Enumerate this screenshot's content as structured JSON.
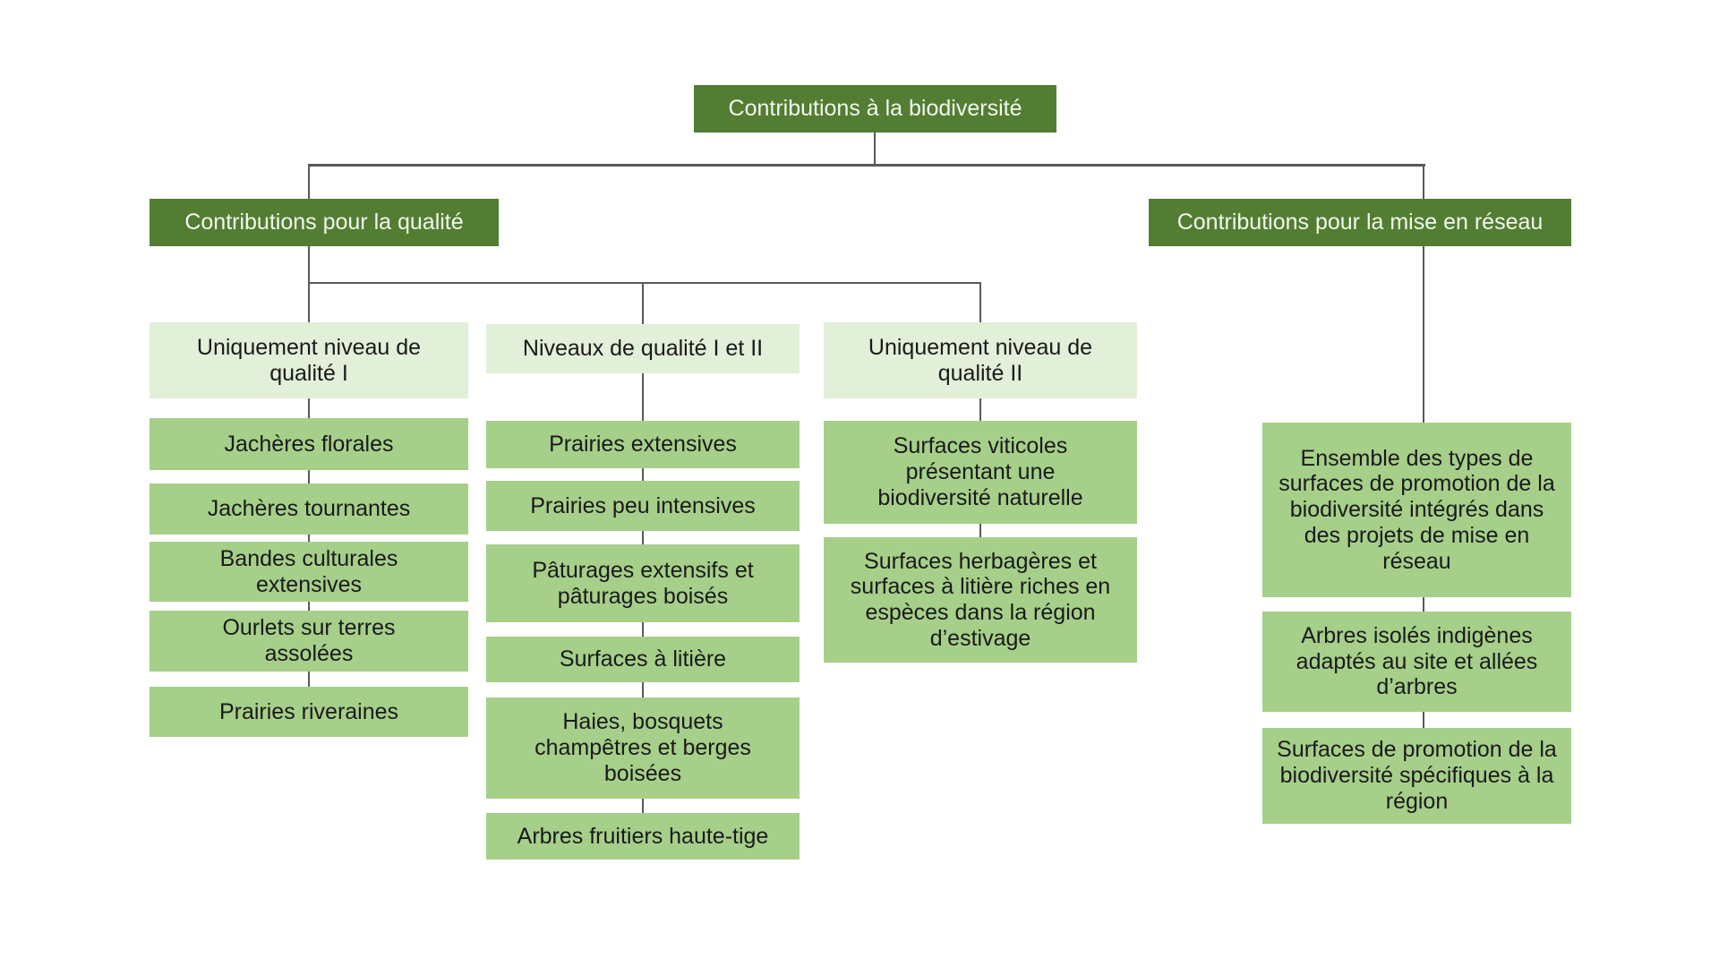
{
  "diagram": {
    "title": "Contributions à la biodiversité",
    "branches": {
      "quality": {
        "label": "Contributions pour la qualité"
      },
      "network": {
        "label": "Contributions pour la mise en réseau"
      }
    },
    "columns": [
      {
        "header": "Uniquement niveau de qualité I",
        "items": [
          "Jachères florales",
          "Jachères tournantes",
          "Bandes culturales extensives",
          "Ourlets sur terres assolées",
          "Prairies riveraines"
        ]
      },
      {
        "header": "Niveaux de qualité I et II",
        "items": [
          "Prairies extensives",
          "Prairies peu intensives",
          "Pâturages extensifs et pâturages boisés",
          "Surfaces à litière",
          "Haies, bosquets champêtres et berges boisées",
          "Arbres fruitiers haute-tige"
        ]
      },
      {
        "header": "Uniquement niveau de qualité II",
        "items": [
          "Surfaces viticoles présentant une biodiversité naturelle",
          "Surfaces herbagères et surfaces à litière riches en espèces dans la région d’estivage"
        ]
      }
    ],
    "network_items": [
      "Ensemble des types de surfaces de promotion de la biodiversité intégrés dans des projets de mise en réseau",
      "Arbres isolés indigènes adaptés au site et allées d’arbres",
      "Surfaces de promotion de la biodiversité spécifiques à la région"
    ],
    "colors": {
      "dark_green": "#527d33",
      "medium_green": "#a6cf8a",
      "pale_green": "#e2efd9",
      "line_gray": "#595959",
      "text_dark": "#1a1a1a",
      "text_light": "#f2f8ec",
      "background": "#ffffff"
    }
  }
}
